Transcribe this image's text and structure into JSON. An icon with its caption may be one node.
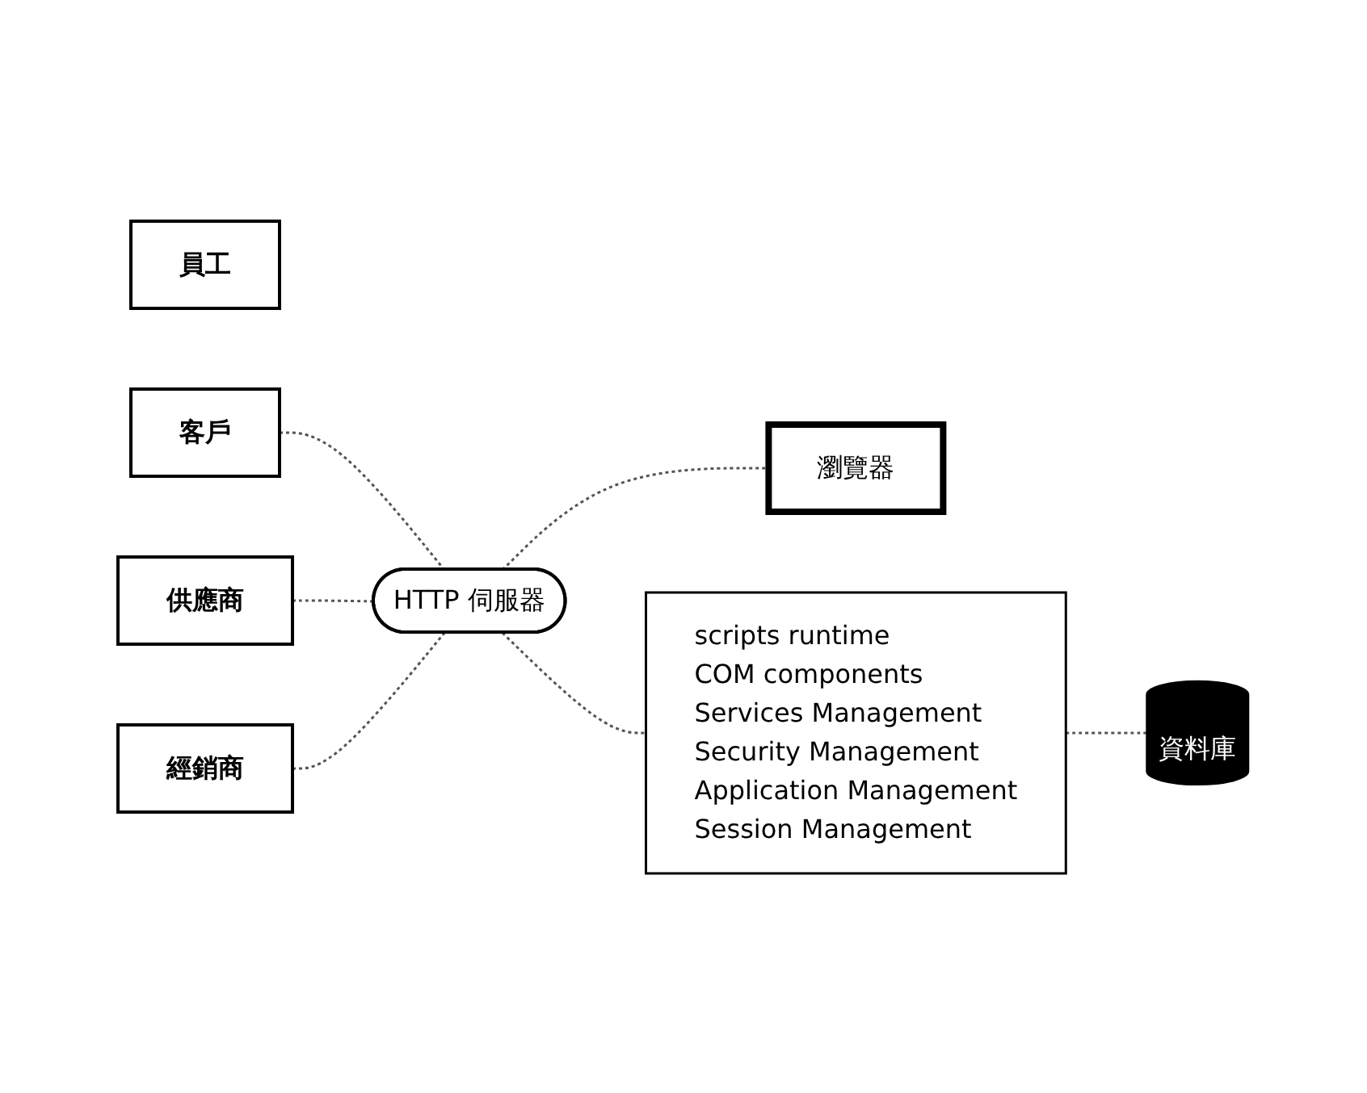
{
  "diagram": {
    "nodes": [
      {
        "text": [
          "員工"
        ]
      },
      {
        "text": [
          "客戶"
        ]
      },
      {
        "text": [
          "供應商"
        ]
      },
      {
        "text": [
          "經銷商"
        ]
      },
      {
        "text": [
          "HTTP 伺服器"
        ]
      },
      {
        "text": [
          "瀏覽器"
        ]
      },
      {
        "text": [
          "scripts runtime",
          "COM components",
          "Services Management",
          "Security Management",
          "Application Management",
          "Session Management"
        ]
      },
      {
        "text": [
          "資料庫"
        ]
      }
    ],
    "edges": [
      {
        "from": 1,
        "to": 4,
        "arrow": "none",
        "style": "dashed"
      },
      {
        "from": 2,
        "to": 4,
        "arrow": "none",
        "style": "dashed"
      },
      {
        "from": 3,
        "to": 4,
        "arrow": "none",
        "style": "dashed"
      },
      {
        "from": 4,
        "to": 5,
        "arrow": "none",
        "style": "dashed"
      },
      {
        "from": 4,
        "to": 6,
        "arrow": "none",
        "style": "dashed"
      },
      {
        "from": 6,
        "to": 7,
        "arrow": "none",
        "style": "dashed"
      }
    ]
  }
}
